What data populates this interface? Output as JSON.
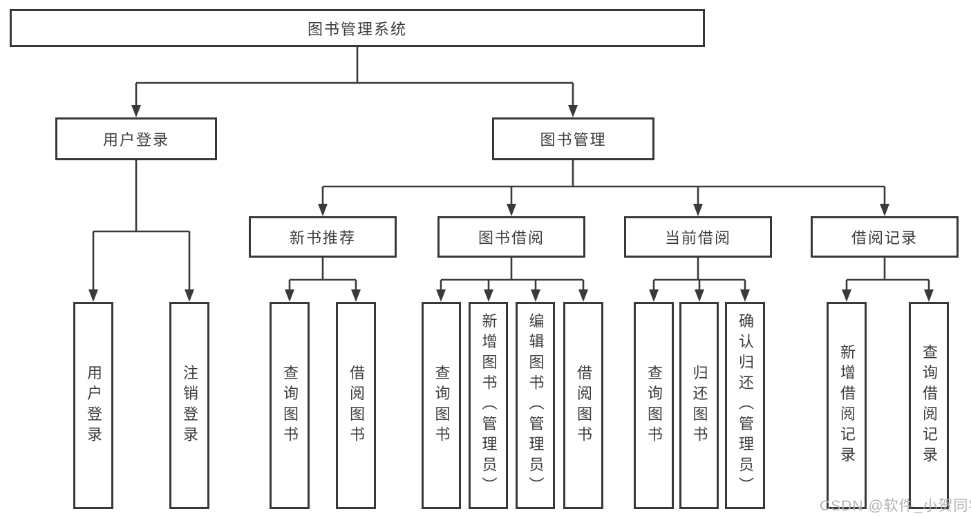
{
  "diagram": {
    "root": {
      "label": "图书管理系统"
    },
    "level2": [
      {
        "label": "用户登录"
      },
      {
        "label": "图书管理"
      }
    ],
    "level3": [
      {
        "label": "新书推荐"
      },
      {
        "label": "图书借阅"
      },
      {
        "label": "当前借阅"
      },
      {
        "label": "借阅记录"
      }
    ],
    "leaves": [
      {
        "label": "用户登录"
      },
      {
        "label": "注销登录"
      },
      {
        "label": "查询图书"
      },
      {
        "label": "借阅图书"
      },
      {
        "label": "查询图书"
      },
      {
        "label": "新增图书（管理员）"
      },
      {
        "label": "编辑图书（管理员）"
      },
      {
        "label": "借阅图书"
      },
      {
        "label": "查询图书"
      },
      {
        "label": "归还图书"
      },
      {
        "label": "确认归还（管理员）"
      },
      {
        "label": "新增借阅记录"
      },
      {
        "label": "查询借阅记录"
      }
    ]
  },
  "watermark": {
    "text": "CSDN @软件_小贺同学"
  },
  "colors": {
    "line": "#3a3a3a",
    "text": "#3c3c3c",
    "watermark": "#b3b3b3",
    "background": "#ffffff"
  }
}
